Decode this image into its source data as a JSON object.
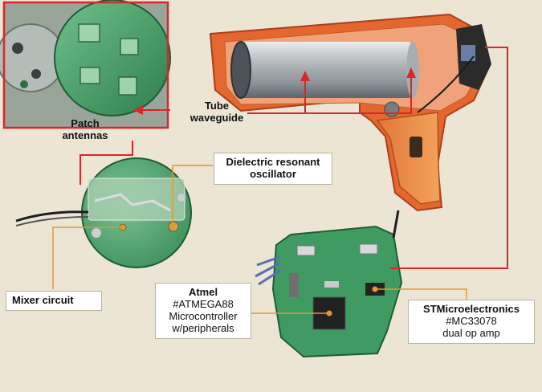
{
  "labels": {
    "patch_antennas": [
      "Patch",
      "antennas"
    ],
    "tube_waveguide": [
      "Tube",
      "waveguide"
    ],
    "dro": [
      "Dielectric resonant",
      "oscillator"
    ],
    "mixer": "Mixer circuit",
    "atmel": {
      "name": "Atmel",
      "part": "#ATMEGA88",
      "desc1": "Microcontroller",
      "desc2": "w/peripherals"
    },
    "st": {
      "name": "STMicroelectronics",
      "part": "#MC33078",
      "desc": "dual op amp"
    }
  },
  "colors": {
    "background": "#ece5d3",
    "callout_red": "#d8262a",
    "leader_orange": "#e29a2e",
    "pcb_green": "#3f9b62",
    "housing_orange": "#e3672f"
  }
}
